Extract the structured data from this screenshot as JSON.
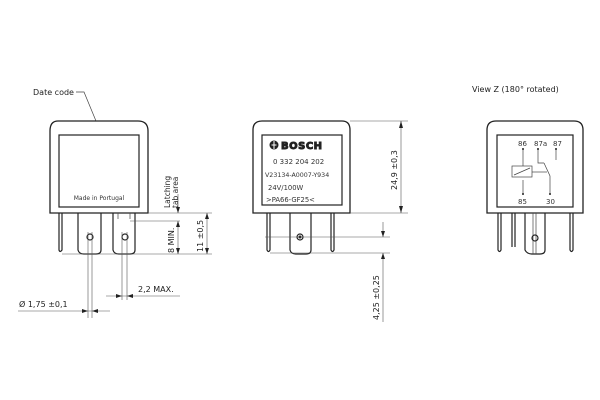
{
  "labels": {
    "date_code": "Date code",
    "made_in": "Made in Portugal",
    "latching_line1": "Latching",
    "latching_line2": "tab area",
    "view_z": "View Z (180° rotated)"
  },
  "label_plate": {
    "brand": "BOSCH",
    "part_number": "0 332 204 202",
    "code": "V23134-A0007-Y934",
    "rating": "24V/100W",
    "material": ">PA66-GF25<"
  },
  "dimensions": {
    "pin_diameter": "Ø 1,75 ±0,1",
    "pin_width": "2,2 MAX.",
    "latch_min": "8 MIN.",
    "pin_length": "11 ±0,5",
    "body_height": "24,9 ±0,3",
    "pin_tip": "4,25 ±0,25"
  },
  "schematic": {
    "terminals": [
      "86",
      "87a",
      "87",
      "85",
      "30"
    ]
  }
}
